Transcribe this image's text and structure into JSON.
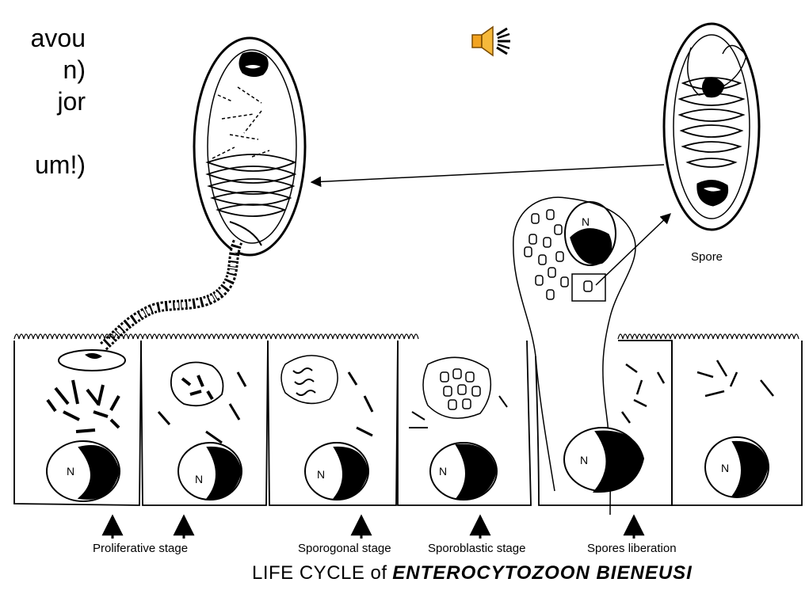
{
  "cut_text_lines": [
    "avou",
    "n)",
    "jor",
    "",
    "um!)"
  ],
  "speaker_icon": "speaker-audio-icon",
  "labels": {
    "spore": "Spore",
    "proliferative": "Proliferative stage",
    "sporogonal": "Sporogonal stage",
    "sporoblastic": "Sporoblastic stage",
    "liberation": "Spores liberation"
  },
  "nucleus_label": "N",
  "title": {
    "prefix": "LIFE CYCLE of",
    "organism": "ENTEROCYTOZOON BIENEUSI"
  }
}
